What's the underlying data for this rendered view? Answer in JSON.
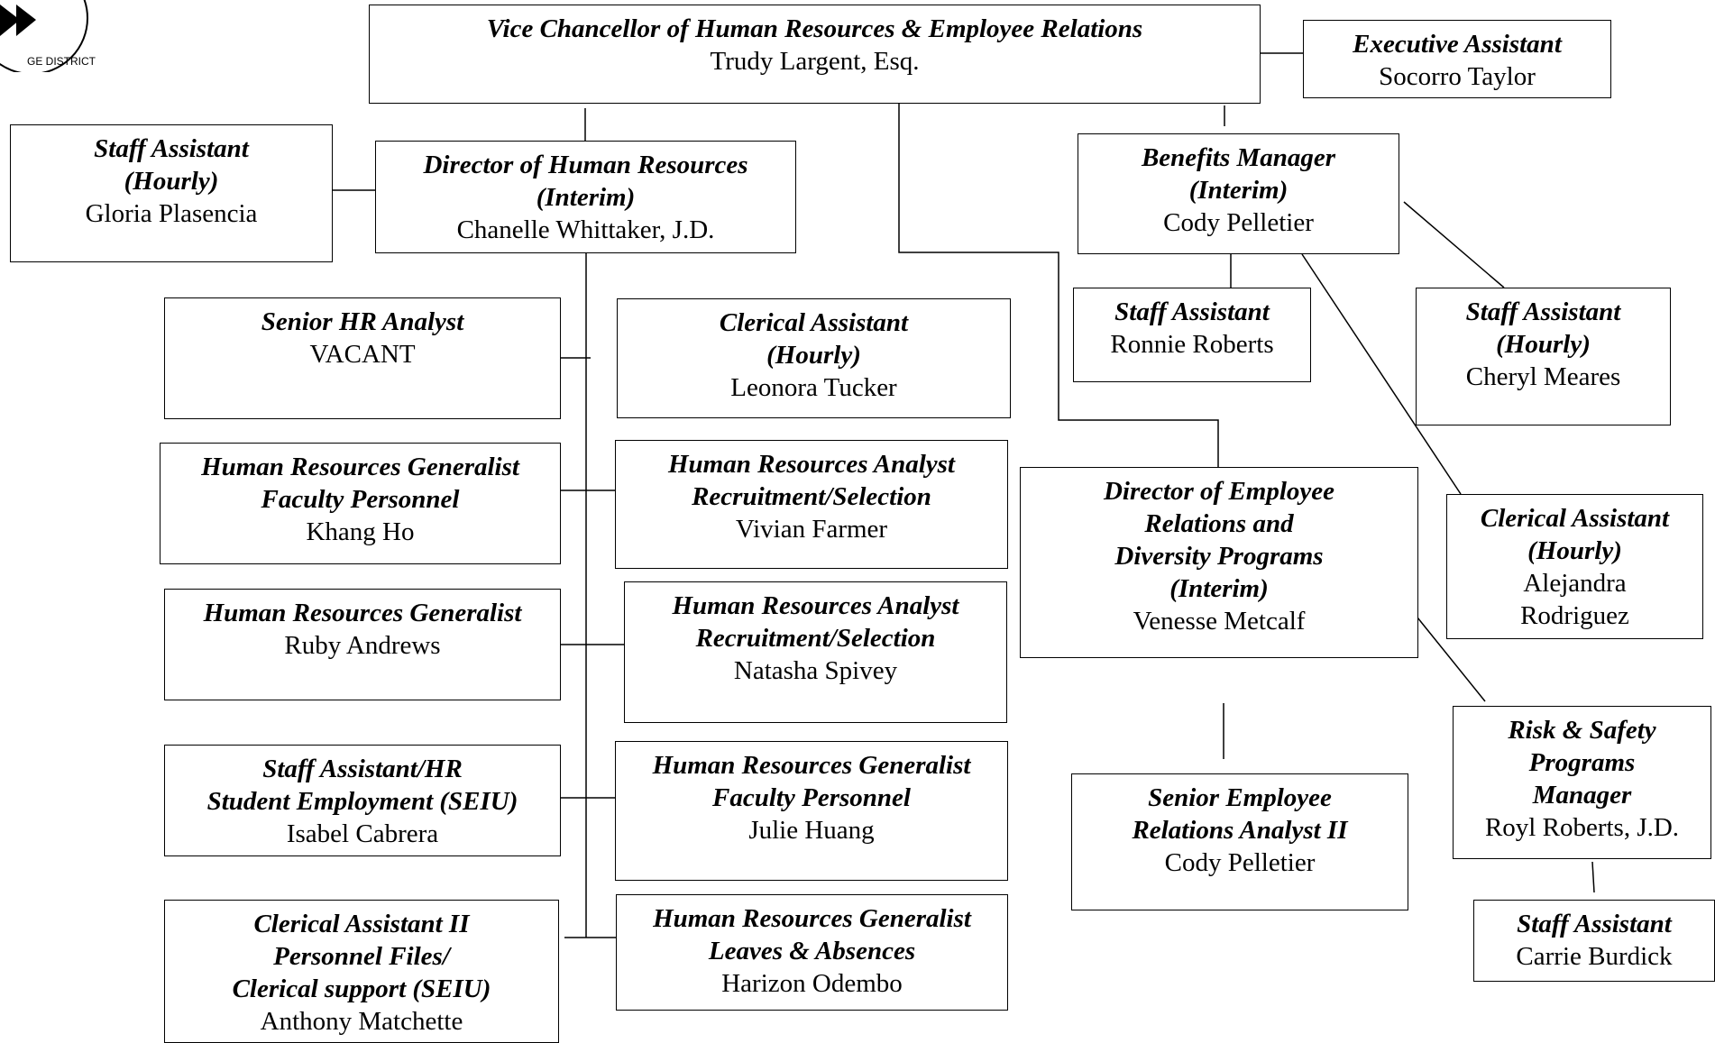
{
  "logo": {
    "text": "GE DISTRICT"
  },
  "positions": [
    {
      "id": "vc",
      "title": "Vice Chancellor of Human Resources & Employee Relations",
      "name": "Trudy Largent, Esq."
    },
    {
      "id": "exec-asst",
      "title": "Executive Assistant",
      "name": "Socorro Taylor"
    },
    {
      "id": "staff-asst-gloria",
      "title": "Staff Assistant\n(Hourly)",
      "name": "Gloria Plasencia"
    },
    {
      "id": "dir-hr",
      "title": "Director of Human Resources\n(Interim)",
      "name": "Chanelle Whittaker, J.D."
    },
    {
      "id": "benefits-mgr",
      "title": "Benefits Manager\n(Interim)",
      "name": "Cody Pelletier"
    },
    {
      "id": "senior-hr-analyst",
      "title": "Senior HR Analyst",
      "name": "VACANT"
    },
    {
      "id": "clerical-leonora",
      "title": "Clerical Assistant\n(Hourly)",
      "name": "Leonora Tucker"
    },
    {
      "id": "staff-asst-ronnie",
      "title": "Staff Assistant",
      "name": "Ronnie Roberts"
    },
    {
      "id": "staff-asst-cheryl",
      "title": "Staff Assistant\n(Hourly)",
      "name": "Cheryl Meares"
    },
    {
      "id": "hr-gen-khang",
      "title": "Human Resources Generalist\nFaculty Personnel",
      "name": "Khang Ho"
    },
    {
      "id": "hr-analyst-vivian",
      "title": "Human Resources Analyst\nRecruitment/Selection",
      "name": "Vivian Farmer"
    },
    {
      "id": "dir-er",
      "title": "Director of Employee\nRelations and\nDiversity Programs\n(Interim)",
      "name": "Venesse Metcalf"
    },
    {
      "id": "clerical-alejandra",
      "title": "Clerical Assistant\n(Hourly)",
      "name": "Alejandra\nRodriguez"
    },
    {
      "id": "hr-gen-ruby",
      "title": "Human Resources Generalist",
      "name": "Ruby Andrews"
    },
    {
      "id": "hr-analyst-natasha",
      "title": "Human Resources Analyst\nRecruitment/Selection",
      "name": "Natasha Spivey"
    },
    {
      "id": "risk-safety",
      "title": "Risk & Safety\nPrograms\nManager",
      "name": "Royl Roberts, J.D."
    },
    {
      "id": "staff-asst-isabel",
      "title": "Staff Assistant/HR\nStudent Employment (SEIU)",
      "name": "Isabel Cabrera"
    },
    {
      "id": "hr-gen-julie",
      "title": "Human Resources Generalist\nFaculty Personnel",
      "name": "Julie Huang"
    },
    {
      "id": "senior-er-analyst",
      "title": "Senior Employee\nRelations Analyst II",
      "name": "Cody Pelletier"
    },
    {
      "id": "staff-asst-carrie",
      "title": "Staff Assistant",
      "name": "Carrie Burdick"
    },
    {
      "id": "clerical-anthony",
      "title": "Clerical Assistant II\nPersonnel Files/\nClerical support (SEIU)",
      "name": "Anthony Matchette"
    },
    {
      "id": "hr-gen-harizon",
      "title": "Human Resources Generalist\nLeaves & Absences",
      "name": "Harizon Odembo"
    }
  ]
}
